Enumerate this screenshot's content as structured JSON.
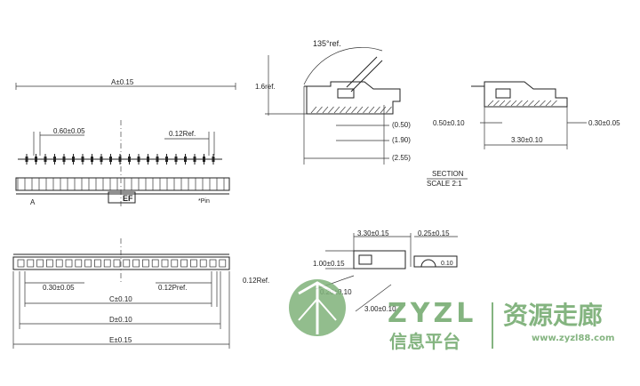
{
  "labels": {
    "dim_A": "A±0.15",
    "pitch": "0.60±0.05",
    "ref_012_top": "0.12Ref.",
    "pin1": "A",
    "marking": "EF",
    "pin_last": "*Pin",
    "pad_030": "0.30±0.05",
    "ref_012_mid": "0.12Pref.",
    "ref_012_right": "0.12Ref.",
    "dim_C": "C±0.10",
    "dim_D": "D±0.10",
    "dim_E": "E±0.15",
    "angle": "135°ref.",
    "height_ref": "1.6ref.",
    "dim_050": "(0.50)",
    "dim_190": "(1.90)",
    "dim_255": "(2.55)",
    "section_title": "SECTION",
    "section_scale": "SCALE 2:1",
    "s_050": "0.50±0.10",
    "s_030": "0.30±0.05",
    "s_330": "3.30±0.10",
    "b_330": "3.30±0.15",
    "b_025": "0.25±0.15",
    "b_100": "1.00±0.15",
    "b_010": "0.10",
    "b_020": "0.20±0.10",
    "b_300": "3.00±0.10"
  },
  "watermark": {
    "brand": "ZYZL",
    "cn_left": "信息平台",
    "cn_right": "资源走廊",
    "url": "www.zyzl88.com",
    "color": "#6fa86a"
  }
}
